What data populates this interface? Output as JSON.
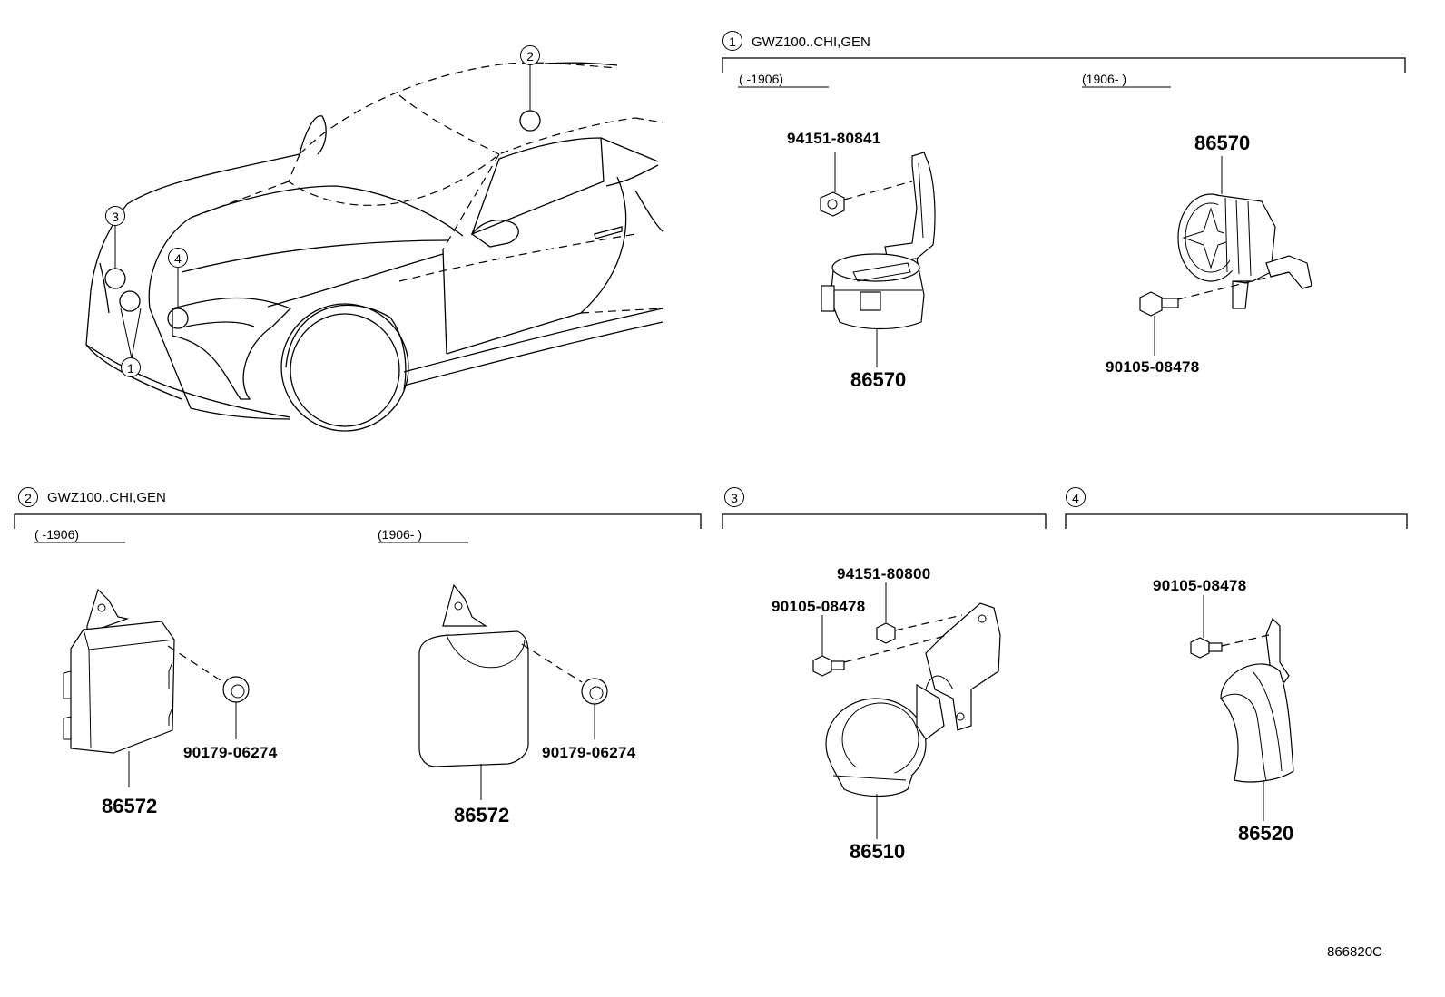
{
  "callouts": {
    "car": [
      "2",
      "3",
      "4",
      "1"
    ]
  },
  "section1": {
    "num": "1",
    "title": "GWZ100..CHI,GEN",
    "date_left": "(      -1906)",
    "date_right": "(1906-        )",
    "parts": {
      "p94151_80841": "94151-80841",
      "p86570_left": "86570",
      "p86570_right": "86570",
      "p90105_08478": "90105-08478"
    }
  },
  "section2": {
    "num": "2",
    "title": "GWZ100..CHI,GEN",
    "date_left": "(      -1906)",
    "date_right": "(1906-      )",
    "parts": {
      "p90179_a": "90179-06274",
      "p86572_a": "86572",
      "p90179_b": "90179-06274",
      "p86572_b": "86572"
    }
  },
  "section3": {
    "num": "3",
    "parts": {
      "p94151_80800": "94151-80800",
      "p90105_08478": "90105-08478",
      "p86510": "86510"
    }
  },
  "section4": {
    "num": "4",
    "parts": {
      "p90105_08478": "90105-08478",
      "p86520": "86520"
    }
  },
  "footer": {
    "code": "866820C"
  }
}
